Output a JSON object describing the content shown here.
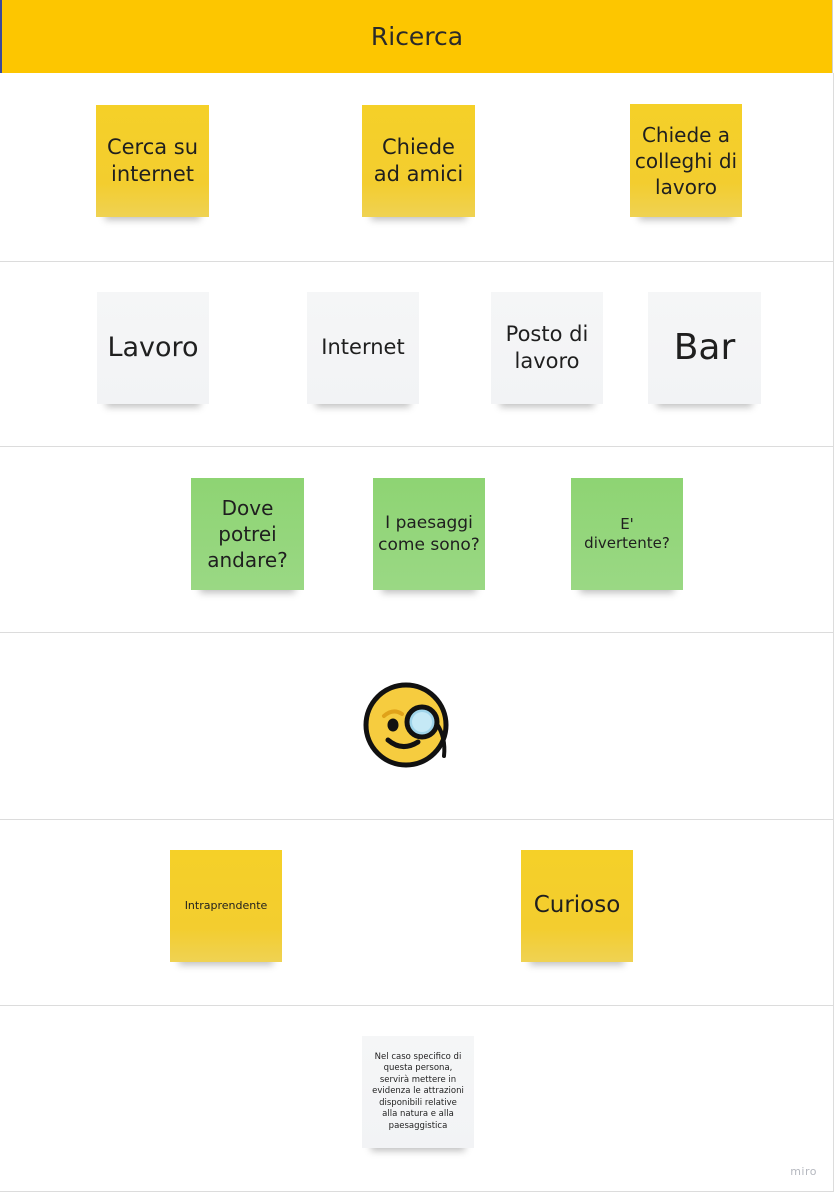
{
  "header": {
    "title": "Ricerca"
  },
  "rows": {
    "actions": [
      "Cerca su internet",
      "Chiede ad amici",
      "Chiede a colleghi di lavoro"
    ],
    "places": [
      "Lavoro",
      "Internet",
      "Posto di lavoro",
      "Bar"
    ],
    "questions": [
      "Dove potrei andare?",
      "I paesaggi come sono?",
      "E' divertente?"
    ],
    "emotion": {
      "icon": "face-with-monocle-icon"
    },
    "traits": [
      "Intraprendente",
      "Curioso"
    ],
    "note": "Nel caso specifico di questa persona, servirà mettere in evidenza le attrazioni disponibili relative alla natura e  alla paesaggistica"
  },
  "watermark": "miro",
  "colors": {
    "header": "#fdc600",
    "yellow_sticky": "#f5d028",
    "white_sticky": "#f4f5f6",
    "green_sticky": "#92d57a"
  }
}
